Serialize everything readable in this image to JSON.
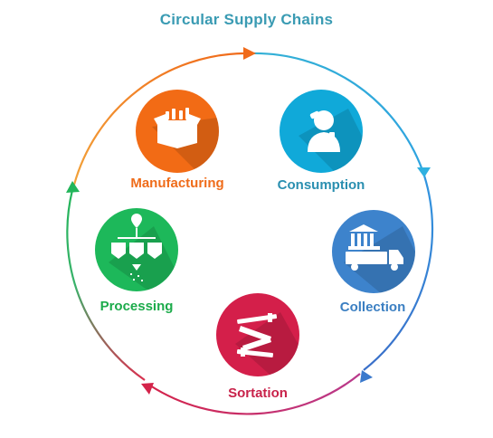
{
  "title": "Circular Supply Chains",
  "stages": [
    {
      "label": "Manufacturing",
      "icon": "box-with-bottles-icon",
      "color": "#f26b15"
    },
    {
      "label": "Consumption",
      "icon": "person-drinking-icon",
      "color": "#10a9d9"
    },
    {
      "label": "Collection",
      "icon": "truck-with-building-icon",
      "color": "#3d83cc"
    },
    {
      "label": "Sortation",
      "icon": "conveyor-sorting-icon",
      "color": "#d41f4a"
    },
    {
      "label": "Processing",
      "icon": "processing-tanks-icon",
      "color": "#1db85a"
    }
  ]
}
